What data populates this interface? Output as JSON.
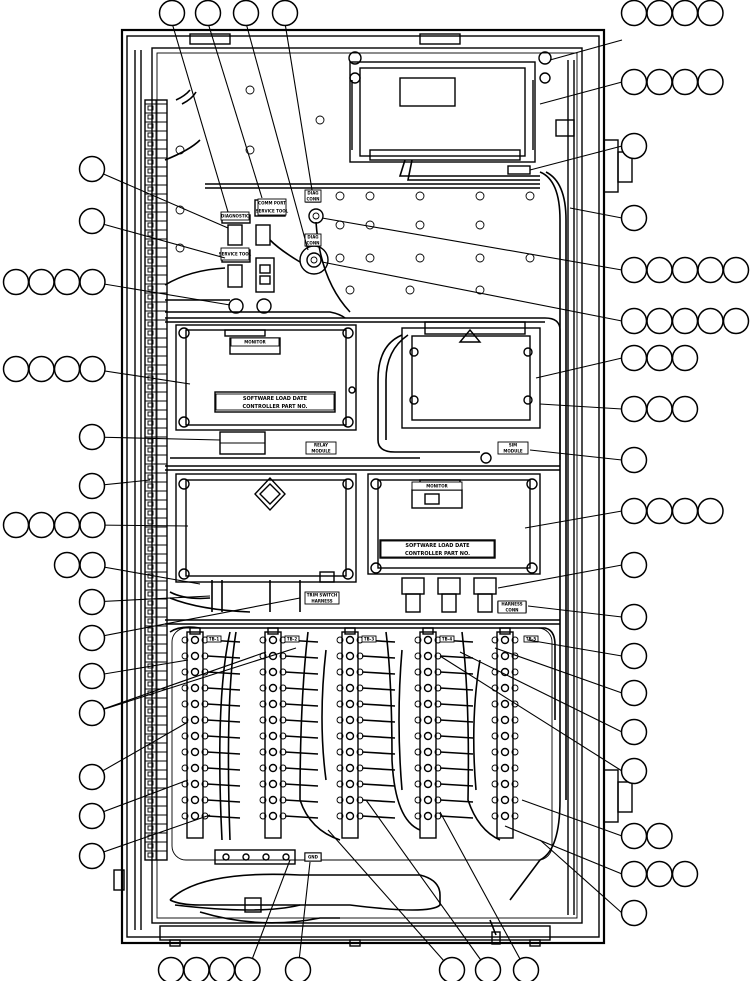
{
  "diagram": {
    "panel_labels": [
      {
        "id": "comm-port-label",
        "lines": [
          "COMM PORT",
          "SERVICE TOOL"
        ]
      },
      {
        "id": "diag-port-label",
        "lines": [
          "DIAGNOSTIC"
        ]
      },
      {
        "id": "top-left-label",
        "lines": [
          "SERVICE TOOL"
        ]
      },
      {
        "id": "top-right-tag",
        "lines": [
          "DIAG",
          "CONN"
        ]
      },
      {
        "id": "mid-tag",
        "lines": [
          "DIAG",
          "CONN"
        ]
      },
      {
        "id": "upper-left-module-name",
        "lines": [
          "MONITOR"
        ]
      },
      {
        "id": "upper-left-module-plate",
        "lines": [
          "SOFTWARE LOAD DATE",
          "CONTROLLER PART NO."
        ]
      },
      {
        "id": "upper-left-relay-tag",
        "lines": [
          "RELAY",
          "MODULE"
        ]
      },
      {
        "id": "upper-right-relay-tag",
        "lines": [
          "SIM",
          "MODULE"
        ]
      },
      {
        "id": "lower-right-module-name",
        "lines": [
          "MONITOR"
        ]
      },
      {
        "id": "lower-right-module-plate",
        "lines": [
          "SOFTWARE LOAD DATE",
          "CONTROLLER PART NO."
        ]
      },
      {
        "id": "lower-left-relay-tag",
        "lines": [
          "TRIM SWITCH",
          "HARNESS"
        ]
      },
      {
        "id": "right-conn-tag",
        "lines": [
          "HARNESS",
          "CONN"
        ]
      },
      {
        "id": "tb1-tag",
        "lines": [
          "TB-1"
        ]
      },
      {
        "id": "tb2-tag",
        "lines": [
          "TB-2"
        ]
      },
      {
        "id": "tb3-tag",
        "lines": [
          "TB-3"
        ]
      },
      {
        "id": "tb4-tag",
        "lines": [
          "TB-4"
        ]
      },
      {
        "id": "tb5-tag",
        "lines": [
          "TB-5"
        ]
      },
      {
        "id": "bottom-tag",
        "lines": [
          "GND"
        ]
      }
    ]
  }
}
